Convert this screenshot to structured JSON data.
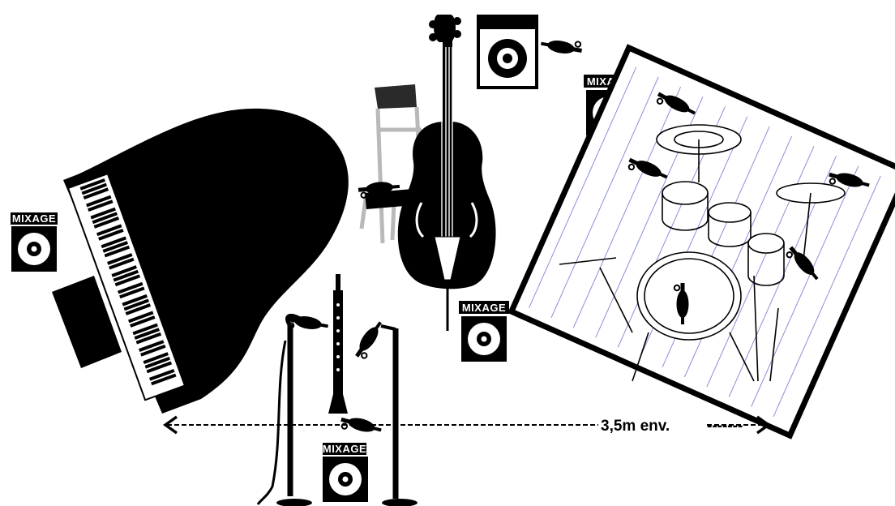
{
  "diagram": {
    "monitor_label": "MIXAGE",
    "dimension_label": "3,5m env.",
    "dimension_suffix": "-------",
    "instruments": [
      "grand-piano",
      "double-bass",
      "chair",
      "drum-kit",
      "clarinet",
      "piano-bench"
    ],
    "monitors": [
      "monitor-piano",
      "monitor-drums",
      "monitor-bass",
      "monitor-front",
      "amp-bass"
    ],
    "colors": {
      "ink": "#000000",
      "paper": "#ffffff",
      "drum_outline": "#8a8fd8",
      "chair_frame": "#b9b9b9"
    }
  }
}
